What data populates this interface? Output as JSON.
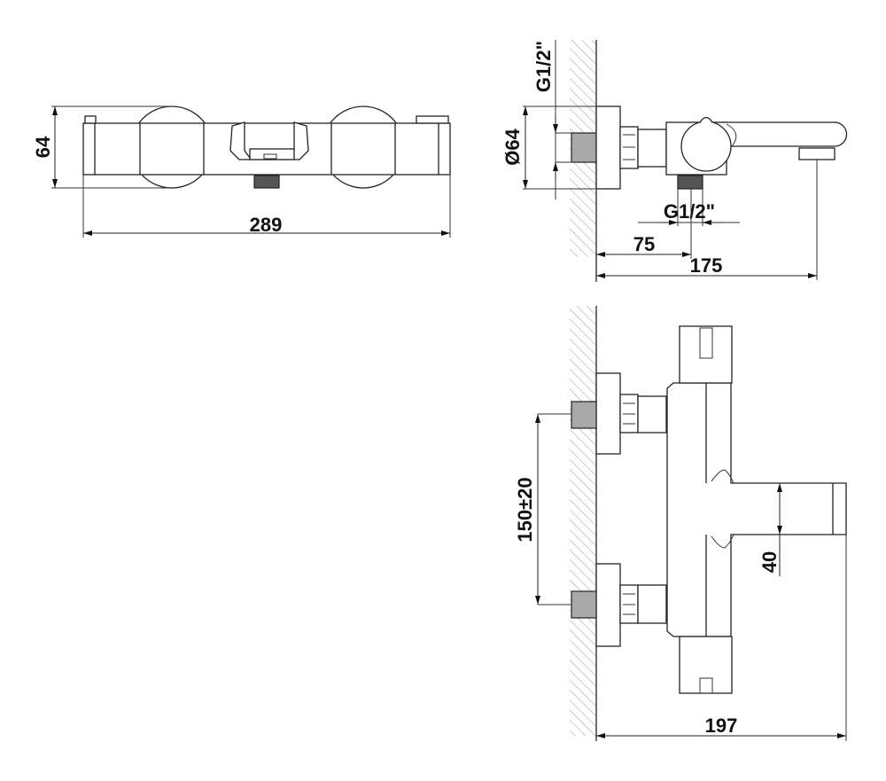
{
  "drawing": {
    "views": {
      "top": {
        "width_label": "289",
        "height_label": "64"
      },
      "side": {
        "inlet_thread_label": "G1/2\"",
        "flange_diameter_label": "Ø64",
        "outlet_thread_label": "G1/2\"",
        "outlet_offset_label": "75",
        "depth_label": "175"
      },
      "front": {
        "inlet_spacing_label": "150±20",
        "spout_height_label": "40",
        "depth_label": "197"
      }
    },
    "colors": {
      "line": "#222222",
      "inlet_fill": "#a8a8a8"
    }
  }
}
